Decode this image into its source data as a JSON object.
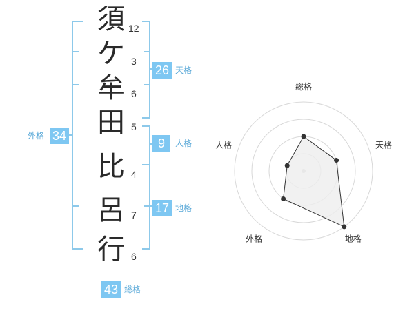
{
  "name_chars": [
    {
      "char": "須",
      "strokes": "12"
    },
    {
      "char": "ケ",
      "strokes": "3"
    },
    {
      "char": "牟",
      "strokes": "6"
    },
    {
      "char": "田",
      "strokes": "5"
    },
    {
      "char": "比",
      "strokes": "4"
    },
    {
      "char": "呂",
      "strokes": "7"
    },
    {
      "char": "行",
      "strokes": "6"
    }
  ],
  "fortune": {
    "tenkaku": {
      "label": "天格",
      "value": "26"
    },
    "jinkaku": {
      "label": "人格",
      "value": "9"
    },
    "chikaku": {
      "label": "地格",
      "value": "17"
    },
    "gaikaku": {
      "label": "外格",
      "value": "34"
    },
    "soukaku": {
      "label": "総格",
      "value": "43"
    }
  },
  "radar": {
    "axes": [
      "総格",
      "天格",
      "地格",
      "外格",
      "人格"
    ],
    "values": [
      2,
      2,
      4,
      2,
      1
    ],
    "max": 4,
    "rings": 4,
    "colors": {
      "ring": "#d8d8d8",
      "fill": "#eeeeee",
      "line": "#333333",
      "point": "#333333"
    }
  },
  "colors": {
    "accent": "#7ec7f2",
    "bracket": "#8dc9ea"
  }
}
